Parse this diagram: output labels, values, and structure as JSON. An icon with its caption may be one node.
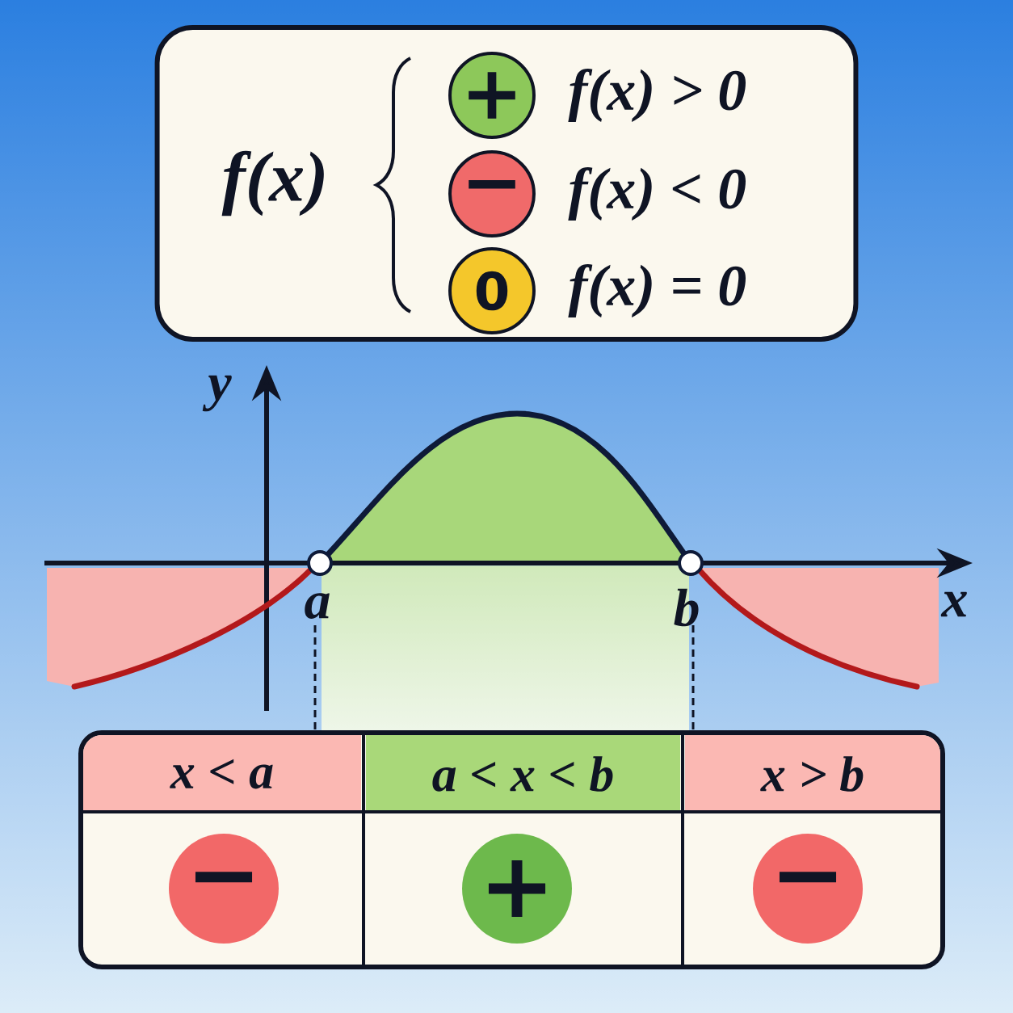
{
  "diagram": {
    "nodes": [
      {
        "text": [
          "f(x)"
        ]
      },
      {
        "text": [
          "+"
        ],
        "in": 0,
        "beside": [
          "f(x) > 0"
        ]
      },
      {
        "text": [
          "−"
        ],
        "in": 0,
        "beside": [
          "f(x) < 0"
        ]
      },
      {
        "text": [
          "0"
        ],
        "in": 0,
        "beside": [
          "f(x) = 0"
        ]
      },
      {
        "text": [
          "−"
        ]
      },
      {
        "text": [
          "+"
        ]
      },
      {
        "text": [
          "−"
        ]
      }
    ],
    "labels": [
      "y",
      "a",
      "b",
      "x",
      "x < a",
      "a < x < b",
      "x > b"
    ]
  }
}
